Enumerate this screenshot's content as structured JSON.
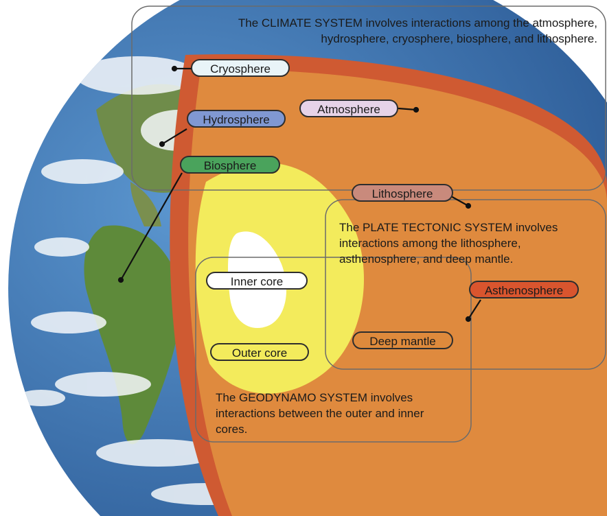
{
  "systems": {
    "climate": "The CLIMATE SYSTEM involves interactions among the atmosphere, hydrosphere, cryosphere, biosphere, and lithosphere.",
    "plate_tectonic": "The PLATE TECTONIC SYSTEM involves interactions among the lithosphere, asthenosphere, and deep mantle.",
    "geodynamo": "The GEODYNAMO SYSTEM involves interactions between the outer and inner cores."
  },
  "labels": {
    "cryosphere": "Cryosphere",
    "atmosphere": "Atmosphere",
    "hydrosphere": "Hydrosphere",
    "biosphere": "Biosphere",
    "lithosphere": "Lithosphere",
    "inner_core": "Inner core",
    "outer_core": "Outer core",
    "deep_mantle": "Deep mantle",
    "asthenosphere": "Asthenosphere"
  },
  "colors": {
    "cryosphere": "#e9f4f8",
    "atmosphere": "#e6d3e8",
    "hydrosphere": "#8098d2",
    "biosphere": "#4aa35c",
    "lithosphere": "#c98a7c",
    "inner_core": "#ffffff",
    "outer_core": "#f3eb5c",
    "deep_mantle": "#de8a3c",
    "asthenosphere": "#d9552e",
    "mantle": "#df8a3e",
    "crust": "#cf5a32",
    "ocean": "#3f78b8",
    "land": "#5f8a3c"
  }
}
